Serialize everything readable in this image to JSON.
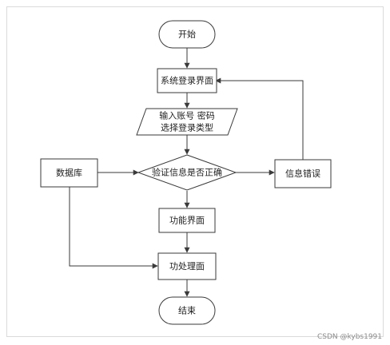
{
  "nodes": {
    "start": "开始",
    "login_ui": "系统登录界面",
    "input_line1": "输入账号 密码",
    "input_line2": "选择登录类型",
    "verify": "验证信息是否正确",
    "database": "数据库",
    "error": "信息错误",
    "function_ui": "功能界面",
    "process_ui": "功处理面",
    "end": "结束"
  },
  "watermark": "CSDN @kybs1991"
}
